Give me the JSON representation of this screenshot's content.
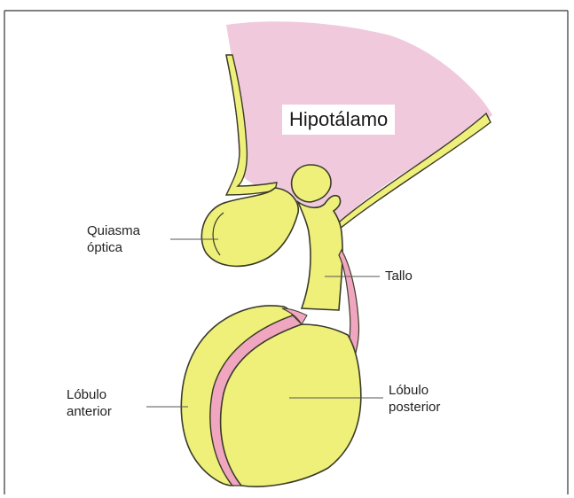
{
  "diagram": {
    "labels": {
      "hypothalamus": "Hipotálamo",
      "optic_chiasm": [
        "Quiasma",
        "óptica"
      ],
      "stalk": "Tallo",
      "anterior_lobe": [
        "Lóbulo",
        "anterior"
      ],
      "posterior_lobe": [
        "Lóbulo",
        "posterior"
      ]
    },
    "colors": {
      "hypothalamus_fill": "#eec4d8",
      "gland_fill": "#eef07a",
      "gland_outline": "#3a3a2a",
      "intermediate_fill": "#f0a6bf",
      "frame_stroke": "#333333",
      "leader_line": "#555555"
    }
  }
}
